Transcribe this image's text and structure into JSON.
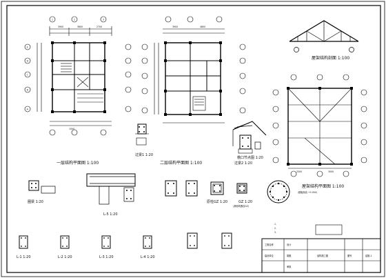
{
  "drawing": {
    "plans": [
      {
        "title": "一层结构平面图 1:100"
      },
      {
        "title": "二层结构平面图 1:100"
      },
      {
        "title": "屋架结构平面图 1:100",
        "note": "(楼板标高 +5.000)"
      }
    ],
    "elevation": {
      "title": "屋架结构剖面 1:100"
    },
    "details": {
      "jinglianghome": "过梁1 1:20",
      "guoliang2": "过梁2 1:20",
      "louti": "檐口节点图 1:20",
      "L5": "L-5  1:20",
      "yuanzhu": "原柱GZ  1:20",
      "gz": "GZ  1:20",
      "gz_note": "(其他构造柱GZ)",
      "L1": "L-1 1:20",
      "L2": "L-2 1:20",
      "L3": "L-3 1:20",
      "L4": "L-4 1:20",
      "quanliang": "圈梁 1:20"
    },
    "dims": {
      "d3900": "3900",
      "d1500": "1500",
      "d3600": "3600",
      "d2700": "2700",
      "d3300": "3300",
      "d4800": "4800",
      "d3000": "3000"
    },
    "axes": {
      "letters": [
        "A",
        "B",
        "C",
        "D",
        "E"
      ],
      "numbers": [
        "1",
        "2",
        "3",
        "4"
      ]
    },
    "notes": {
      "n1": "1.",
      "n2": "2.",
      "n3": "3."
    },
    "titleblock": {
      "cell_a": "工程名称",
      "cell_b": "建设单位",
      "cell_c": "设计",
      "cell_d": "制图",
      "cell_e": "审核",
      "cell_f": "结构施工图",
      "cell_g": "图号",
      "cell_h": "结施-1"
    }
  }
}
